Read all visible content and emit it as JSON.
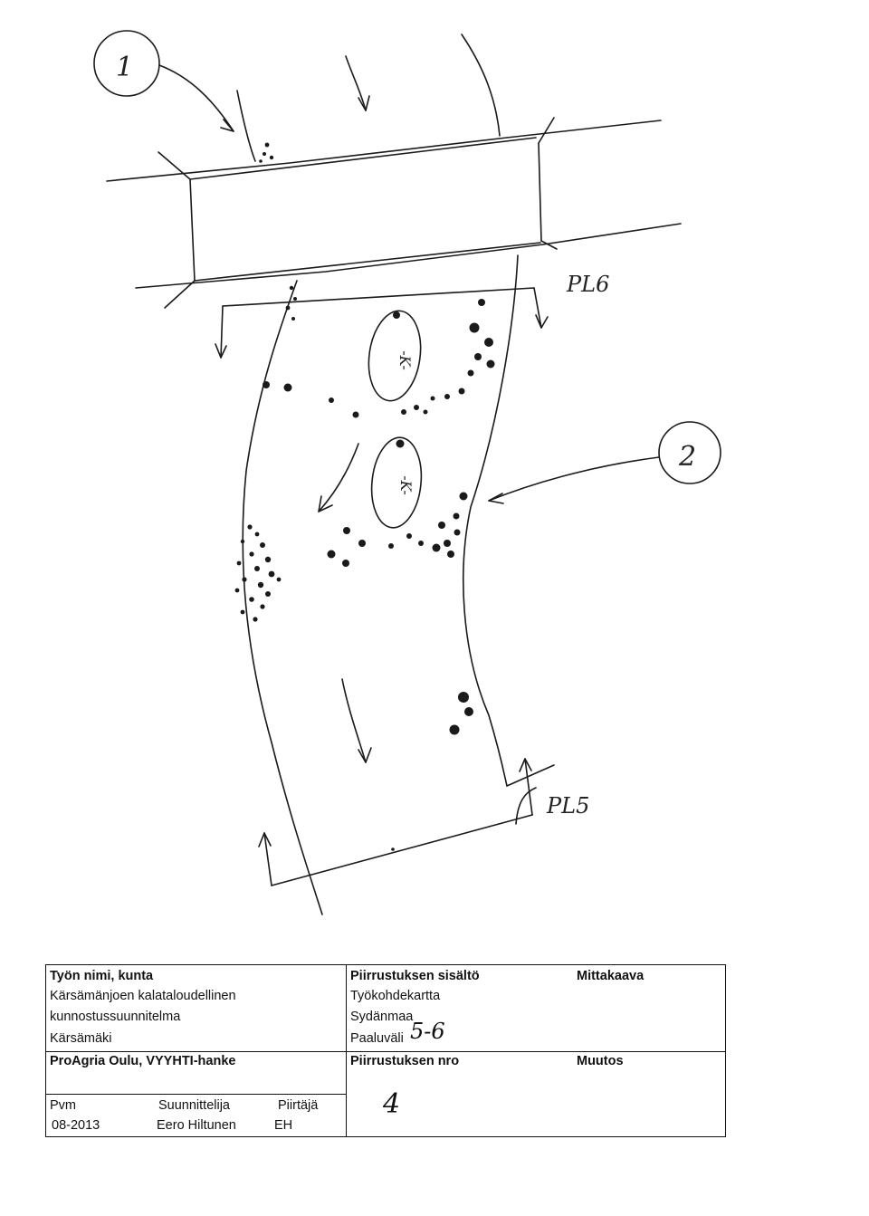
{
  "sketch": {
    "callout_1": "1",
    "callout_2": "2",
    "label_pl6": "PL6",
    "label_pl5": "PL5",
    "stone_label": "-K-"
  },
  "titleblock": {
    "work_name_header": "Työn nimi, kunta",
    "work_line1": "Kärsämänjoen kalataloudellinen",
    "work_line2": "kunnostussuunnitelma",
    "work_line3": "Kärsämäki",
    "org": "ProAgria Oulu, VYYHTI-hanke",
    "content_header": "Piirrustuksen sisältö",
    "content_line1": "Työkohdekartta",
    "content_line2": "Sydänmaa",
    "content_line3_label": "Paaluväli",
    "content_line3_value": "5-6",
    "scale_header": "Mittakaava",
    "drawing_no_header": "Piirrustuksen nro",
    "drawing_no_value": "4",
    "change_header": "Muutos",
    "date_header": "Pvm",
    "date_value": "08-2013",
    "designer_header": "Suunnittelija",
    "designer_value": "Eero Hiltunen",
    "drafter_header": "Piirtäjä",
    "drafter_value": "EH"
  }
}
